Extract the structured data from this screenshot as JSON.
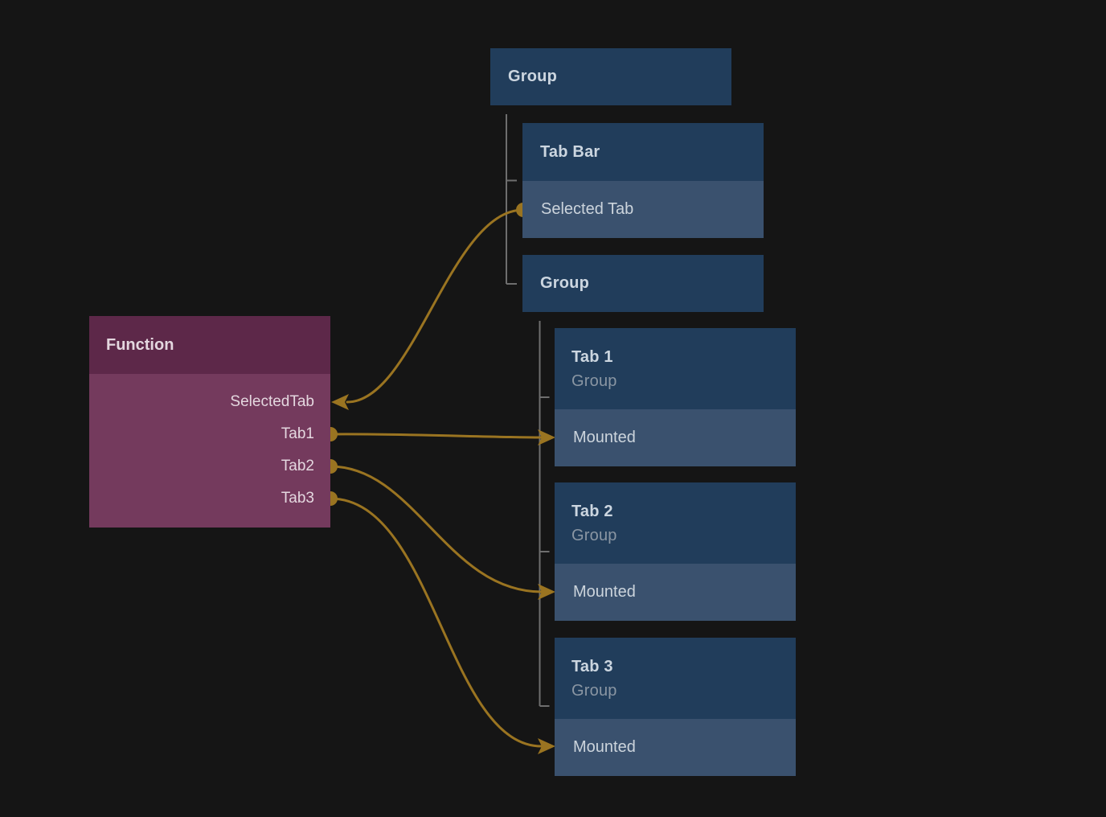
{
  "nodes": {
    "group_parent": {
      "title": "Group"
    },
    "tab_bar": {
      "title": "Tab Bar",
      "output_port": "Selected Tab"
    },
    "group_child": {
      "title": "Group"
    },
    "tab_1": {
      "title": "Tab 1",
      "subtitle": "Group",
      "input_port": "Mounted"
    },
    "tab_2": {
      "title": "Tab 2",
      "subtitle": "Group",
      "input_port": "Mounted"
    },
    "tab_3": {
      "title": "Tab 3",
      "subtitle": "Group",
      "input_port": "Mounted"
    },
    "function": {
      "title": "Function",
      "ports": {
        "selected_tab": "SelectedTab",
        "tab1": "Tab1",
        "tab2": "Tab2",
        "tab3": "Tab3"
      }
    }
  },
  "connections": [
    {
      "from": "Tab Bar / Selected Tab",
      "to": "Function / SelectedTab"
    },
    {
      "from": "Function / Tab1",
      "to": "Tab 1 / Mounted"
    },
    {
      "from": "Function / Tab2",
      "to": "Tab 2 / Mounted"
    },
    {
      "from": "Function / Tab3",
      "to": "Tab 3 / Mounted"
    }
  ],
  "colors": {
    "bg": "#151515",
    "blue_header": "#213d5b",
    "blue_row": "#3a516e",
    "fn_header": "#5d2849",
    "fn_body": "#743a5d",
    "wire": "#9a7421",
    "tree": "#6e6e6e",
    "text_title": "#ccd6e0",
    "text_sub": "#8a96a3",
    "text_fn": "#e4d7df"
  }
}
